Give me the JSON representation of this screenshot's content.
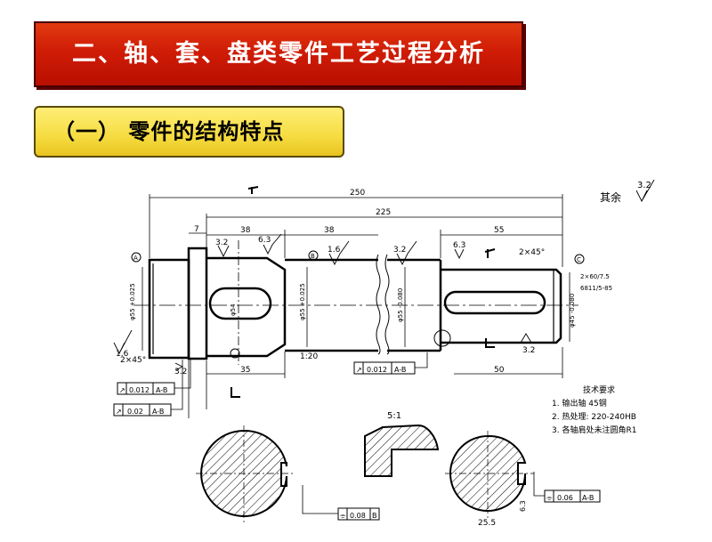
{
  "slide": {
    "title": "二、轴、套、盘类零件工艺过程分析",
    "subtitle": "（一）  零件的结构特点"
  },
  "drawing": {
    "roughness_note_prefix": "其余",
    "roughness_note_value": "3.2",
    "dims": {
      "total_length": "250",
      "length_225": "225",
      "length_7": "7",
      "length_38a": "38",
      "length_38b": "38",
      "length_55": "55",
      "length_35": "35",
      "length_50": "50",
      "chamfer_left": "2×45°",
      "chamfer_right": "2×45°",
      "taper": "1:20",
      "roughness_left_end": "1.6",
      "roughness_1": "3.2",
      "roughness_2": "6.3",
      "roughness_3": "1.6",
      "roughness_4": "3.2",
      "roughness_5": "6.3",
      "roughness_6": "3.2",
      "roughness_7": "3.2",
      "dia_1": "φ55 +0.025",
      "dia_2": "φ55 +0.025",
      "dia_3": "φ55 -0.080",
      "dia_4": "φ45 -0.080",
      "dia_5": "φ54",
      "keyway_note_1": "2×60/7.5",
      "keyway_note_2": "6811/5-85",
      "section_scale": "5:1",
      "section_dim_1": "25.5",
      "section_dim_2": "6.3"
    },
    "datum_labels": {
      "datum_a_top": "A",
      "datum_b_top": "B",
      "datum_c": "C"
    },
    "tolerance_frames": {
      "runout_1": {
        "symbol": "↗",
        "value": "0.012",
        "datum": "A-B"
      },
      "runout_2": {
        "symbol": "↗",
        "value": "0.02",
        "datum": "A-B"
      },
      "runout_3": {
        "symbol": "↗",
        "value": "0.012",
        "datum": "A-B"
      },
      "sym_1": {
        "symbol": "⌯",
        "value": "0.08",
        "datum": "B"
      },
      "sym_2": {
        "symbol": "⌯",
        "value": "0.06",
        "datum": "A-B"
      }
    },
    "tech_requirements": {
      "heading": "技术要求",
      "items": [
        "1. 输出轴  45钢",
        "2. 热处理: 220-240HB",
        "3. 各轴肩处未注圆角R1"
      ]
    }
  }
}
